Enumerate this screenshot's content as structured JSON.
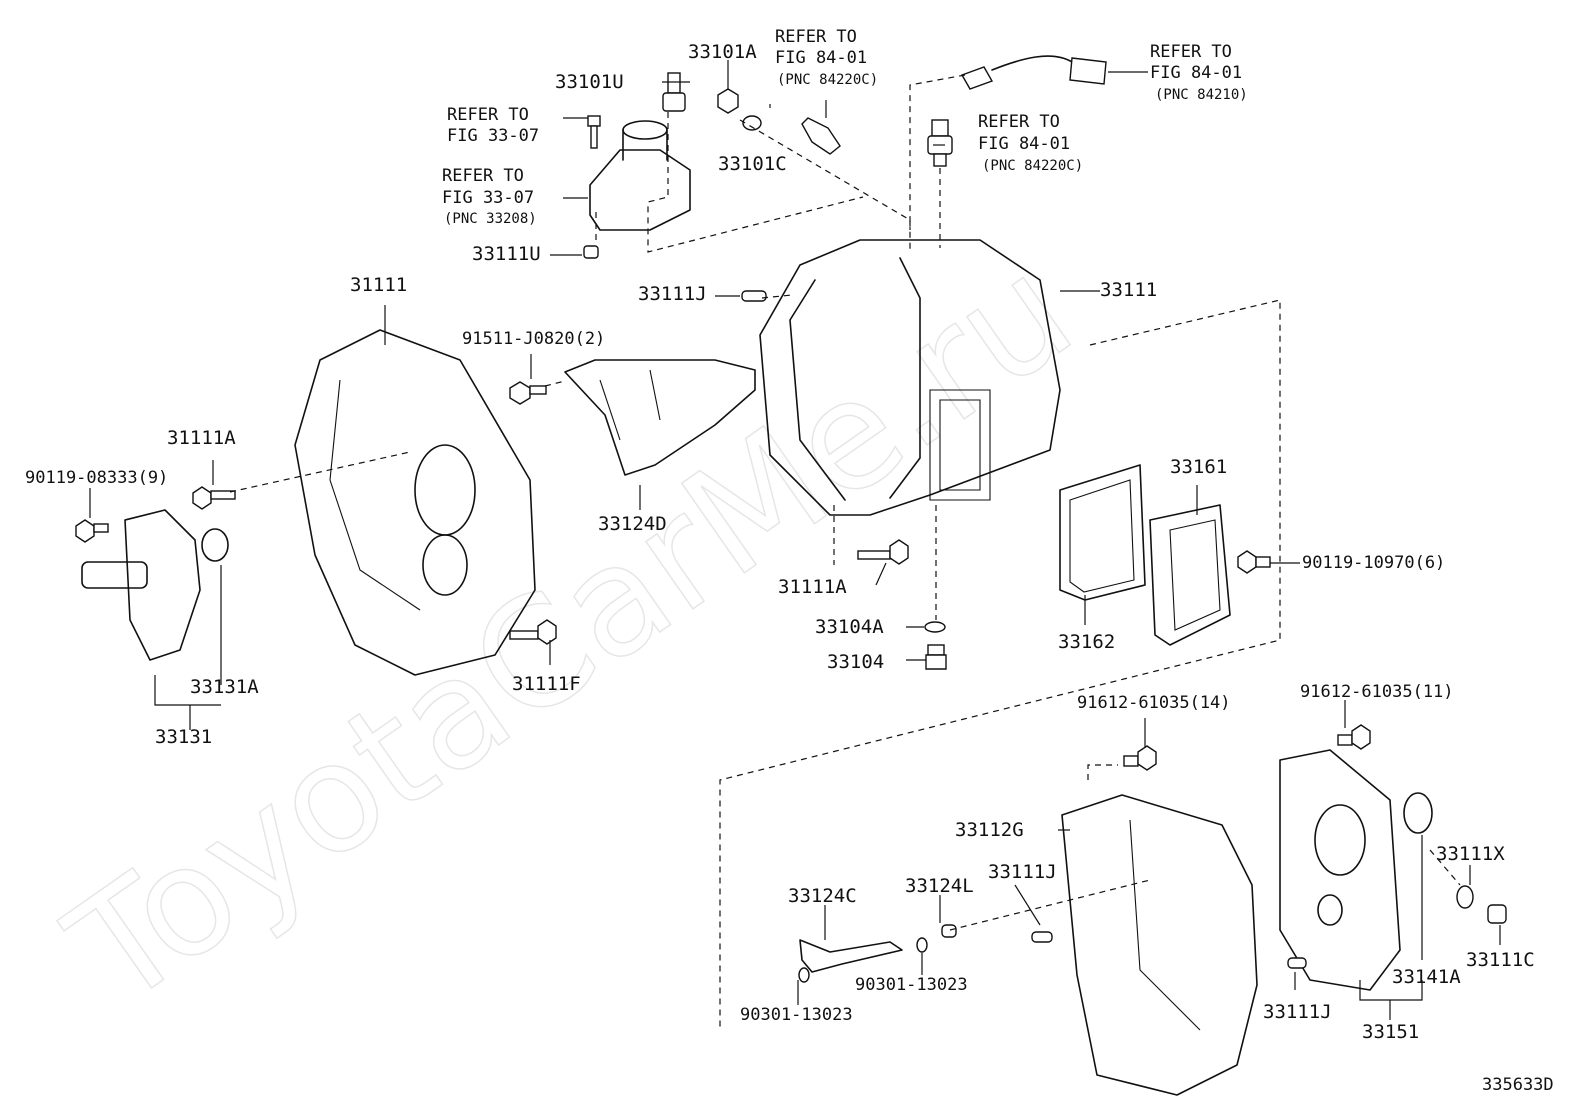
{
  "watermark": "ToyotaCarMe.ru",
  "diagram_code": "335633D",
  "labels": {
    "p33101A": "33101A",
    "p33101U": "33101U",
    "p33101C": "33101C",
    "p33111U": "33111U",
    "p33111J_top": "33111J",
    "p33111_right": "33111",
    "p31111": "31111",
    "p91511": "91511-J0820(2)",
    "p31111A_left": "31111A",
    "p90119_08333": "90119-08333(9)",
    "p33124D": "33124D",
    "p31111A_mid": "31111A",
    "p33104A": "33104A",
    "p33104": "33104",
    "p33162": "33162",
    "p33161": "33161",
    "p90119_10970": "90119-10970(6)",
    "p31111F": "31111F",
    "p33131A": "33131A",
    "p33131": "33131",
    "p91612_14": "91612-61035(14)",
    "p91612_11": "91612-61035(11)",
    "p33112G": "33112G",
    "p33111J_mid": "33111J",
    "p33124L": "33124L",
    "p33124C": "33124C",
    "p90301_a": "90301-13023",
    "p90301_b": "90301-13023",
    "p33111X": "33111X",
    "p33111C": "33111C",
    "p33141A": "33141A",
    "p33111J_bot": "33111J",
    "p33151": "33151"
  },
  "refs": {
    "fig3307_a": {
      "l1": "REFER TO",
      "l2": "FIG 33-07"
    },
    "fig3307_b": {
      "l1": "REFER TO",
      "l2": "FIG 33-07",
      "l3": "(PNC 33208)"
    },
    "fig8401_a": {
      "l1": "REFER TO",
      "l2": "FIG 84-01",
      "l3": "(PNC 84220C)"
    },
    "fig8401_b": {
      "l1": "REFER TO",
      "l2": "FIG 84-01",
      "l3": "(PNC 84220C)"
    },
    "fig8401_c": {
      "l1": "REFER TO",
      "l2": "FIG 84-01",
      "l3": "(PNC 84210)"
    }
  }
}
